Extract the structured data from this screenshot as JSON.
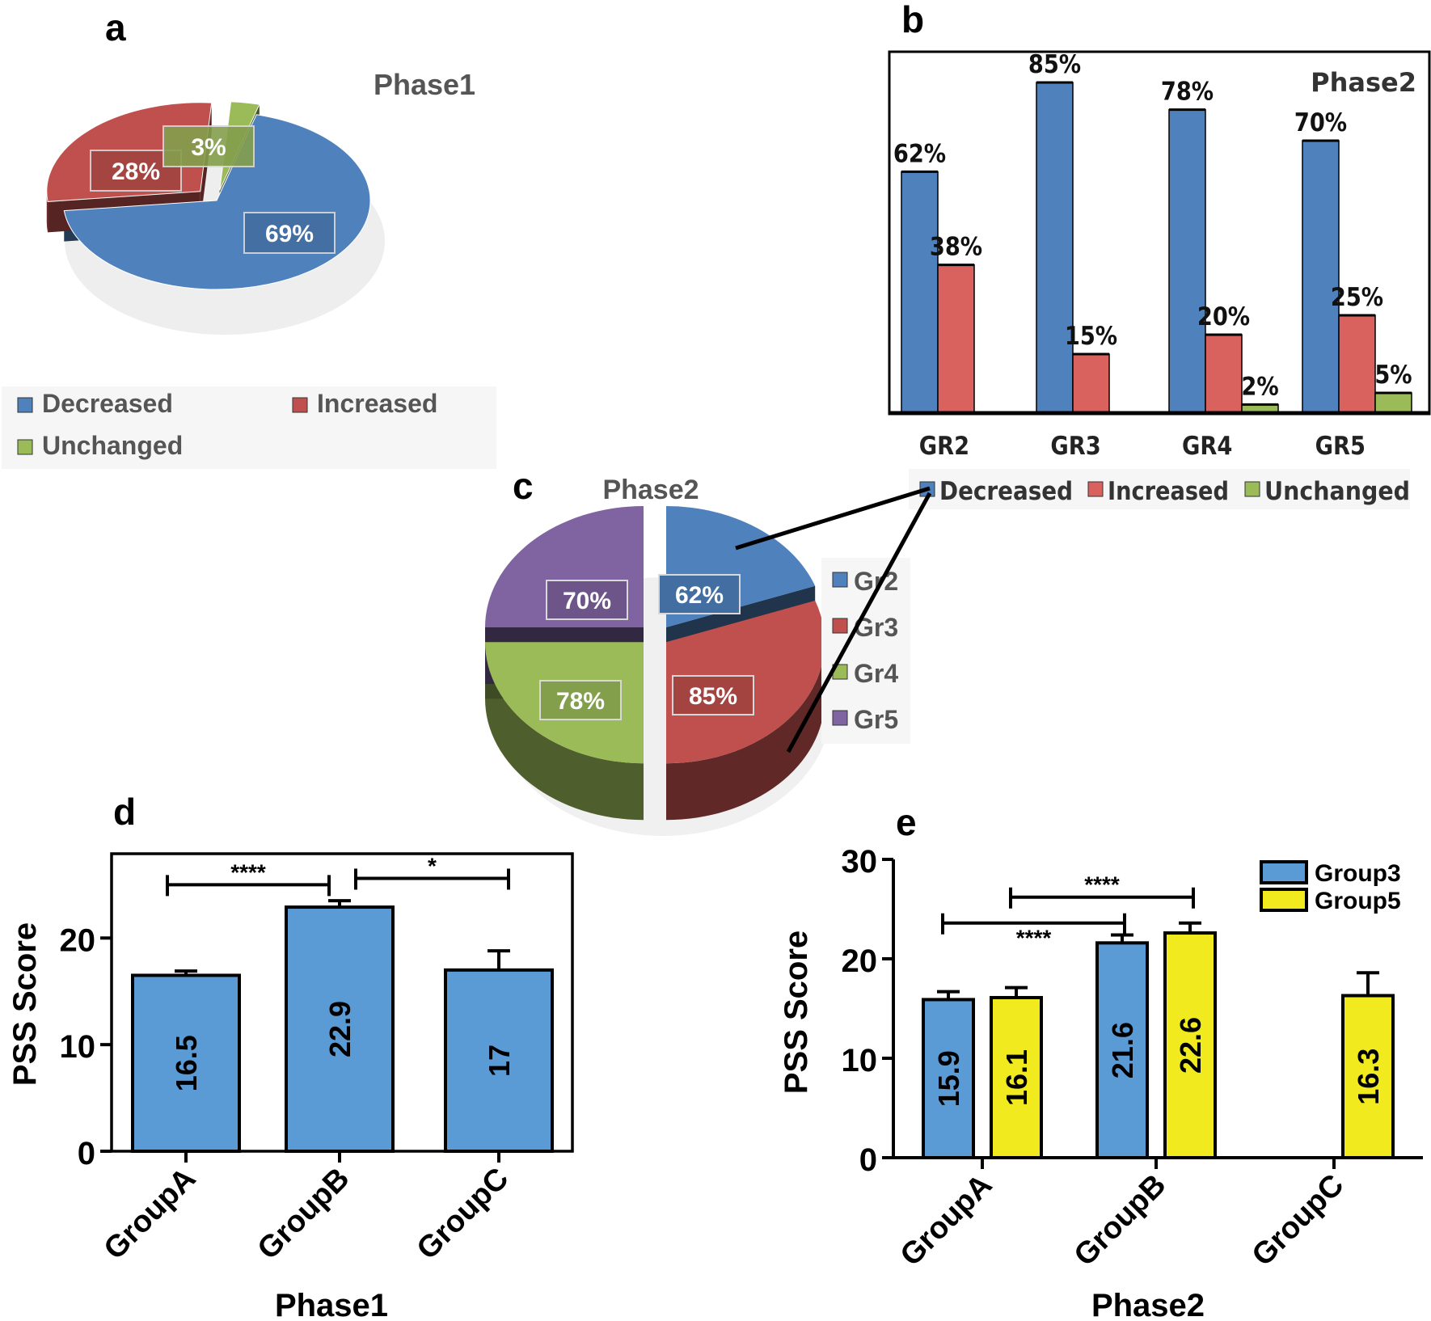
{
  "colors": {
    "blue": "#4F81BD",
    "red": "#C0504D",
    "green": "#9BBB59",
    "purple": "#8064A2",
    "yellow": "#F0EA1E",
    "bar_light_red": "#D9615E"
  },
  "chart_data": [
    {
      "panel": "a",
      "type": "pie",
      "title": "Phase1",
      "slices": [
        {
          "label": "Decreased",
          "value": 69,
          "value_label": "69%",
          "color": "#4F81BD"
        },
        {
          "label": "Increased",
          "value": 28,
          "value_label": "28%",
          "color": "#C0504D"
        },
        {
          "label": "Unchanged",
          "value": 3,
          "value_label": "3%",
          "color": "#9BBB59"
        }
      ],
      "legend": [
        "Decreased",
        "Increased",
        "Unchanged"
      ],
      "legend_position": "bottom"
    },
    {
      "panel": "b",
      "type": "bar",
      "title": "Phase2",
      "categories": [
        "GR2",
        "GR3",
        "GR4",
        "GR5"
      ],
      "series": [
        {
          "name": "Decreased",
          "values": [
            62,
            85,
            78,
            70
          ],
          "labels": [
            "62%",
            "85%",
            "78%",
            "70%"
          ],
          "color": "#4F81BD"
        },
        {
          "name": "Increased",
          "values": [
            38,
            15,
            20,
            25
          ],
          "labels": [
            "38%",
            "15%",
            "20%",
            "25%"
          ],
          "color": "#D9615E"
        },
        {
          "name": "Unchanged",
          "values": [
            0,
            0,
            2,
            5
          ],
          "labels": [
            "",
            "",
            "2%",
            "5%"
          ],
          "color": "#9BBB59"
        }
      ],
      "ylim": [
        0,
        100
      ],
      "legend_position": "bottom"
    },
    {
      "panel": "c",
      "type": "pie",
      "title": "Phase2",
      "slices": [
        {
          "label": "Gr2",
          "value": 62,
          "value_label": "62%",
          "color": "#4F81BD"
        },
        {
          "label": "Gr3",
          "value": 85,
          "value_label": "85%",
          "color": "#C0504D"
        },
        {
          "label": "Gr4",
          "value": 78,
          "value_label": "78%",
          "color": "#9BBB59"
        },
        {
          "label": "Gr5",
          "value": 70,
          "value_label": "70%",
          "color": "#8064A2"
        }
      ],
      "legend": [
        "Gr2",
        "Gr3",
        "Gr4",
        "Gr5"
      ],
      "legend_position": "right"
    },
    {
      "panel": "d",
      "type": "bar",
      "xlabel": "Phase1",
      "ylabel": "PSS Score",
      "categories": [
        "GroupA",
        "GroupB",
        "GroupC"
      ],
      "series": [
        {
          "values": [
            16.5,
            22.9,
            17
          ],
          "labels": [
            "16.5",
            "22.9",
            "17"
          ],
          "errors": [
            0.4,
            0.6,
            1.8
          ],
          "color": "#5B9BD5"
        }
      ],
      "ylim": [
        0,
        27
      ],
      "yticks": [
        0,
        10,
        20
      ],
      "significance": [
        {
          "from": "GroupA",
          "to": "GroupB",
          "label": "****",
          "y": 25
        },
        {
          "from": "GroupB",
          "to": "GroupC",
          "label": "*",
          "y": 25.6
        }
      ]
    },
    {
      "panel": "e",
      "type": "bar",
      "xlabel": "Phase2",
      "ylabel": "PSS Score",
      "categories": [
        "GroupA",
        "GroupB",
        "GroupC"
      ],
      "series": [
        {
          "name": "Group3",
          "values": [
            15.9,
            21.6,
            null
          ],
          "labels": [
            "15.9",
            "21.6",
            ""
          ],
          "errors": [
            0.8,
            0.8,
            null
          ],
          "color": "#5B9BD5"
        },
        {
          "name": "Group5",
          "values": [
            16.1,
            22.6,
            16.3
          ],
          "labels": [
            "16.1",
            "22.6",
            "16.3"
          ],
          "errors": [
            1.0,
            1.0,
            2.3
          ],
          "color": "#F0EA1E"
        }
      ],
      "ylim": [
        0,
        30
      ],
      "yticks": [
        0,
        10,
        20,
        30
      ],
      "legend_position": "top-right",
      "significance": [
        {
          "from": "GroupA/Group3",
          "to": "GroupB/Group3",
          "label": "****",
          "y": 23.6
        },
        {
          "from": "GroupA/Group5",
          "to": "GroupB/Group5",
          "label": "****",
          "y": 26.2
        }
      ]
    }
  ],
  "panels": {
    "a": "a",
    "b": "b",
    "c": "c",
    "d": "d",
    "e": "e"
  }
}
